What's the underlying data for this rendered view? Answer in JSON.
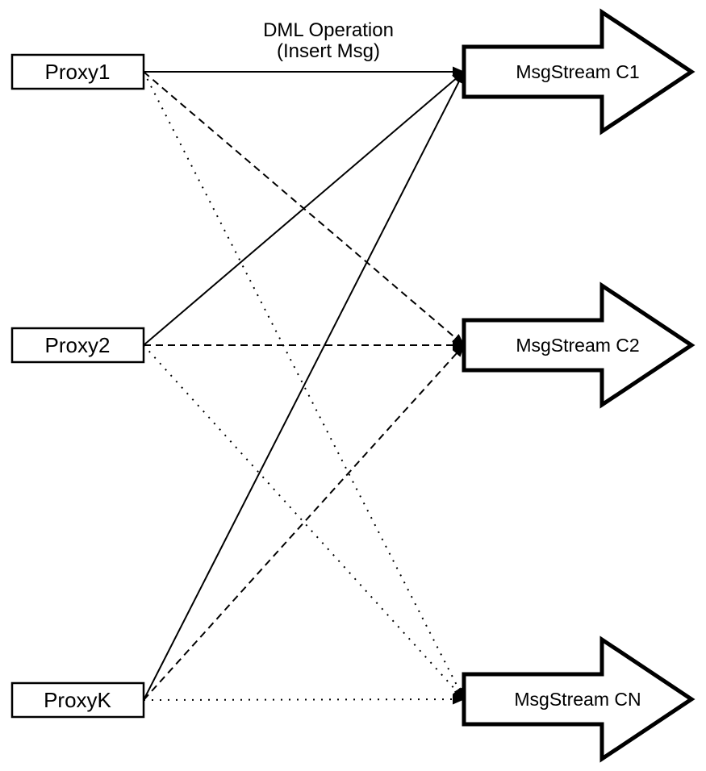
{
  "diagram": {
    "annotation": {
      "line1": "DML Operation",
      "line2": "(Insert Msg)"
    },
    "colors": {
      "foreground": "#000000",
      "background": "#ffffff"
    },
    "proxies": [
      {
        "label": "Proxy1"
      },
      {
        "label": "Proxy2"
      },
      {
        "label": "ProxyK"
      }
    ],
    "streams": [
      {
        "label": "MsgStream C1"
      },
      {
        "label": "MsgStream C2"
      },
      {
        "label": "MsgStream CN"
      }
    ],
    "edges": [
      {
        "from": "Proxy1",
        "to": "MsgStream C1",
        "style": "solid",
        "arrowhead": "filled"
      },
      {
        "from": "Proxy1",
        "to": "MsgStream C2",
        "style": "dashed",
        "arrowhead": "filled"
      },
      {
        "from": "Proxy1",
        "to": "MsgStream CN",
        "style": "dotted",
        "arrowhead": "filled"
      },
      {
        "from": "Proxy2",
        "to": "MsgStream C1",
        "style": "solid",
        "arrowhead": "filled"
      },
      {
        "from": "Proxy2",
        "to": "MsgStream C2",
        "style": "dashed",
        "arrowhead": "filled"
      },
      {
        "from": "Proxy2",
        "to": "MsgStream CN",
        "style": "dotted",
        "arrowhead": "filled"
      },
      {
        "from": "ProxyK",
        "to": "MsgStream C1",
        "style": "solid",
        "arrowhead": "filled"
      },
      {
        "from": "ProxyK",
        "to": "MsgStream C2",
        "style": "dashed",
        "arrowhead": "filled"
      },
      {
        "from": "ProxyK",
        "to": "MsgStream CN",
        "style": "dotted",
        "arrowhead": "filled"
      }
    ]
  }
}
